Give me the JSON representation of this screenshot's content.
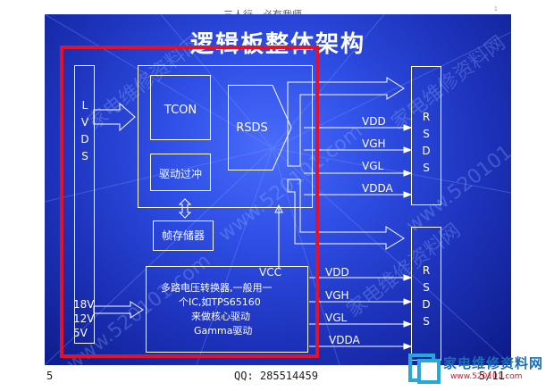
{
  "header": {
    "text": "三人行，必有我师",
    "page_mark": "1"
  },
  "title": "逻辑板整体架构",
  "lvds_bus": {
    "letters": [
      "L",
      "V",
      "D",
      "S"
    ],
    "voltages": [
      "18V",
      "12V",
      "5V"
    ]
  },
  "tcon": "TCON",
  "rsds": "RSDS",
  "drive_buffer": "驱动过冲",
  "frame_memory": "帧存储器",
  "pmic": {
    "vcc": "VCC",
    "lines": [
      "多路电压转换器,一般用一",
      "个IC,如TPS65160",
      "来做核心驱动",
      "Gamma驱动"
    ]
  },
  "upper_signals": [
    "VDD",
    "VGH",
    "VGL",
    "VDDA"
  ],
  "lower_signals": [
    "VDD",
    "VGH",
    "VGL",
    "VDDA"
  ],
  "rsds_out_top": [
    "R",
    "S",
    "D",
    "S"
  ],
  "rsds_out_bottom": [
    "R",
    "S",
    "D",
    "S"
  ],
  "watermarks": [
    "家电维修资料网",
    "www.520101.com"
  ],
  "footer": {
    "left": "5",
    "center": "QQ: 285514459",
    "right": "5/11"
  },
  "logo": {
    "main": "家电维修资料网",
    "url": "www.520101.com"
  },
  "colors": {
    "background": "#1d33bc",
    "highlight_frame": "#e3122b",
    "line": "#ffffff"
  }
}
